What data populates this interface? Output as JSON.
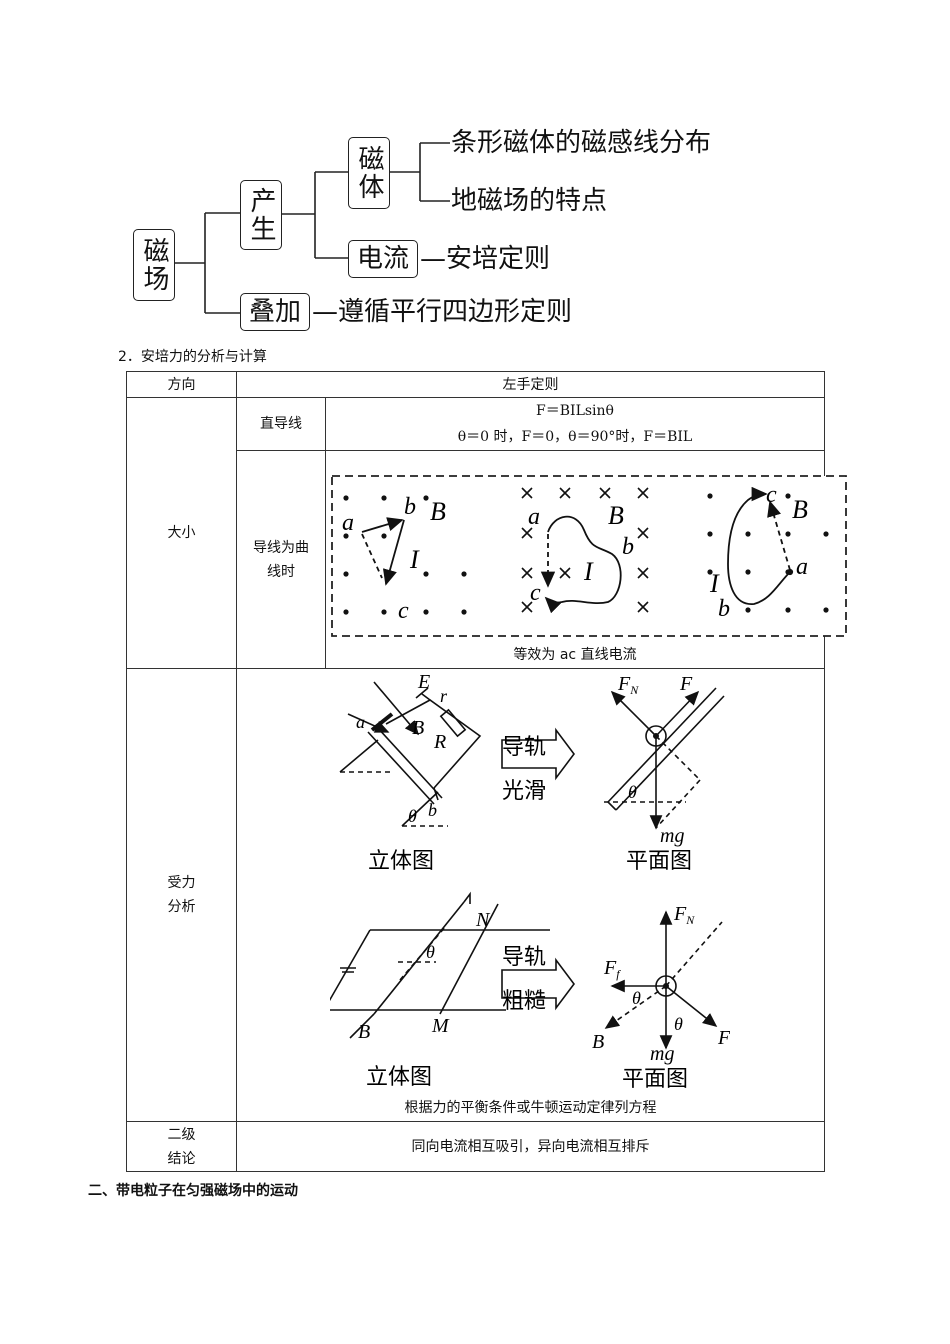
{
  "mindmap": {
    "root": "磁场",
    "produce": "产生",
    "magnet": "磁体",
    "magnet_items": [
      "条形磁体的磁感线分布",
      "地磁场的特点"
    ],
    "current": "电流",
    "current_item": "—安培定则",
    "superpose": "叠加",
    "superpose_item": "—遵循平行四边形定则"
  },
  "section2_heading": "2．安培力的分析与计算",
  "table": {
    "direction_label": "方向",
    "direction_value": "左手定则",
    "size_label": "大小",
    "straight_label": "直导线",
    "straight_formula": "F＝BILsinθ",
    "straight_cases": "θ＝0 时，F＝0，θ＝90°时，F＝BIL",
    "curved_label": "导线为曲线时",
    "curved_note": "等效为 ac 直线电流",
    "force_label": "受力分析",
    "force_note": "根据力的平衡条件或牛顿运动定律列方程",
    "conclusion_label": "二级结论",
    "conclusion_value": "同向电流相互吸引，异向电流相互排斥"
  },
  "figures": {
    "curve_labels": {
      "a": "a",
      "b": "b",
      "c": "c",
      "B": "B",
      "I": "I"
    },
    "smooth_arrow": [
      "导轨",
      "光滑"
    ],
    "rough_arrow": [
      "导轨",
      "粗糙"
    ],
    "view_3d": "立体图",
    "view_plane": "平面图",
    "labels": {
      "E": "E",
      "r": "r",
      "R": "R",
      "a": "a",
      "b": "b",
      "B": "B",
      "theta": "θ",
      "FN": "F",
      "N_sub": "N",
      "F": "F",
      "mg": "mg",
      "Ff": "F",
      "f_sub": "f",
      "N": "N",
      "M": "M"
    }
  },
  "section_heading": "二、带电粒子在匀强磁场中的运动"
}
